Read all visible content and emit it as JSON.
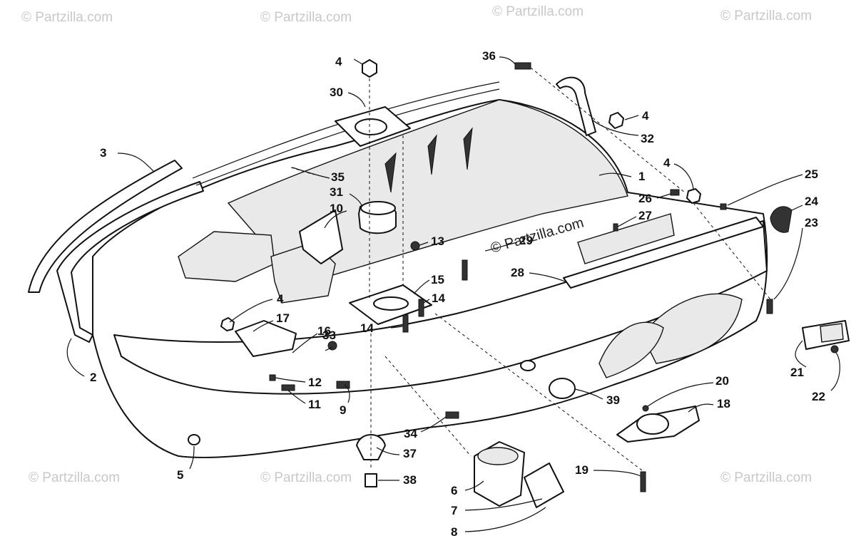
{
  "watermark": {
    "text": "© Partzilla.com",
    "center_text": "© Partzilla.com"
  },
  "callouts": {
    "c1": "1",
    "c2": "2",
    "c3": "3",
    "c4a": "4",
    "c4b": "4",
    "c4c": "4",
    "c4d": "4",
    "c5": "5",
    "c6": "6",
    "c7": "7",
    "c8": "8",
    "c9": "9",
    "c10": "10",
    "c11": "11",
    "c12": "12",
    "c13": "13",
    "c14a": "14",
    "c14b": "14",
    "c15": "15",
    "c16": "16",
    "c17": "17",
    "c18": "18",
    "c19": "19",
    "c20": "20",
    "c21": "21",
    "c22": "22",
    "c23": "23",
    "c24": "24",
    "c25": "25",
    "c26": "26",
    "c27": "27",
    "c28": "28",
    "c29": "29",
    "c30": "30",
    "c31": "31",
    "c32": "32",
    "c33": "33",
    "c34": "34",
    "c35": "35",
    "c36": "36",
    "c37": "37",
    "c38": "38",
    "c39": "39"
  }
}
